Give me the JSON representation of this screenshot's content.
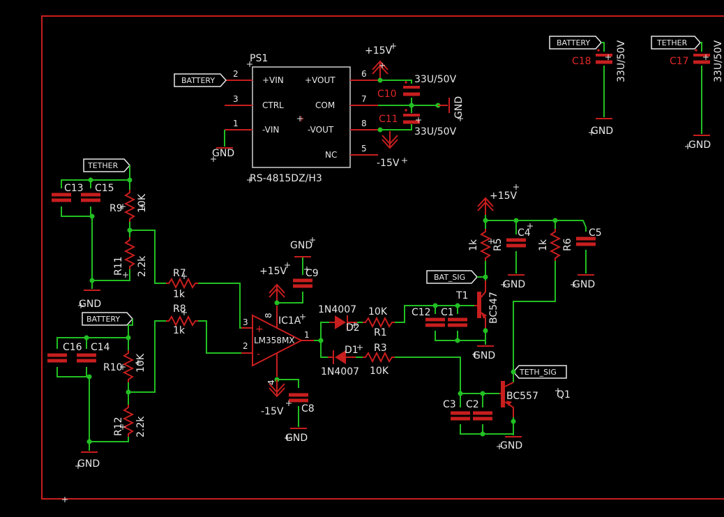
{
  "colors": {
    "wire": "#22c022",
    "part": "#c81e1e",
    "text": "#e8e8e8",
    "background": "#000000"
  },
  "ps1": {
    "name": "PS1",
    "value": "RS-4815DZ/H3",
    "pins": [
      "+VIN",
      "CTRL",
      "-VIN",
      "+VOUT",
      "COM",
      "-VOUT",
      "NC"
    ],
    "pin_numbers": [
      "2",
      "3",
      "1",
      "6",
      "7",
      "8",
      "5"
    ]
  },
  "supplies": {
    "pos": "+15V",
    "neg": "-15V",
    "gnd": "GND"
  },
  "nets": {
    "battery": "BATTERY",
    "tether": "TETHER",
    "bat_sig": "BAT_SIG",
    "teth_sig": "TETH_SIG"
  },
  "caps": {
    "c10": "C10",
    "c11": "C11",
    "cap_value": "33U/50V",
    "c18": "C18",
    "c17": "C17",
    "c13": "C13",
    "c15": "C15",
    "c16": "C16",
    "c14": "C14",
    "c9": "C9",
    "c8": "C8",
    "c12": "C12",
    "c1": "C1",
    "c3": "C3",
    "c2": "C2",
    "c4": "C4",
    "c5": "C5"
  },
  "resistors": {
    "r9": "R9",
    "r9v": "10K",
    "r11": "R11",
    "r11v": "2.2k",
    "r10": "R10",
    "r10v": "10K",
    "r12": "R12",
    "r12v": "2.2k",
    "r7": "R7",
    "r7v": "1k",
    "r8": "R8",
    "r8v": "1k",
    "r1": "R1",
    "r1v": "10K",
    "r3": "R3",
    "r3v": "10K",
    "r5": "R5",
    "r5v": "1k",
    "r6": "R6",
    "r6v": "1k"
  },
  "diodes": {
    "d2": "D2",
    "d1": "D1",
    "value": "1N4007"
  },
  "opamp": {
    "name": "IC1A",
    "value": "LM358MX",
    "plus": "+",
    "minus": "-",
    "pins": [
      "3",
      "2",
      "1",
      "8",
      "4"
    ]
  },
  "transistors": {
    "t1": "T1",
    "t1v": "BC547",
    "q1": "Q1",
    "q1v": "BC557"
  }
}
